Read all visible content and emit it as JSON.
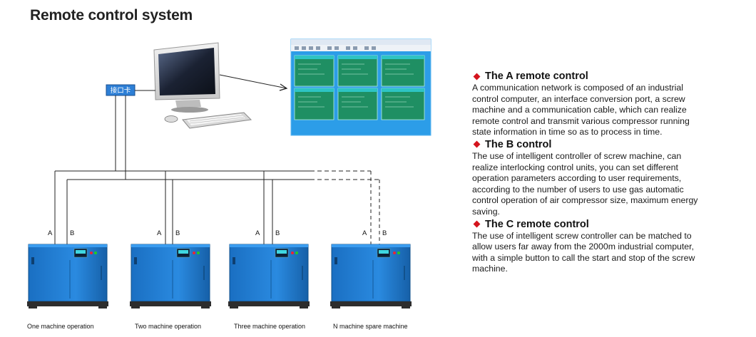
{
  "page": {
    "title": "Remote control system"
  },
  "diagram": {
    "interface_card_label": "接口卡",
    "bus_a_label": "A",
    "bus_b_label": "B",
    "machines": [
      {
        "caption": "One machine operation"
      },
      {
        "caption": "Two machine operation"
      },
      {
        "caption": "Three machine operation"
      },
      {
        "caption": "N machine spare machine"
      }
    ],
    "colors": {
      "compressor_body": "#1e7bd4",
      "compressor_dark": "#16609f",
      "monitor_screen_bg": "#2c9de8",
      "monitor_panel": "#1f8f63",
      "interface_card": "#2d7fd6",
      "line": "#222222"
    }
  },
  "info": {
    "sections": [
      {
        "heading": "The A remote control",
        "body": "A communication network is composed of an industrial control computer, an interface conversion port, a screw machine and a communication cable, which can realize remote control and transmit various compressor running state information in time so as to process in time."
      },
      {
        "heading": "The B control",
        "body": "The use of intelligent controller of screw machine, can realize interlocking control units, you can set different operation parameters according to user requirements, according to the number of users to use gas automatic control operation of air compressor size, maximum energy saving."
      },
      {
        "heading": "The C remote control",
        "body": "The use of intelligent screw controller can be matched to allow users far away from the 2000m industrial computer, with a simple button to call the start and stop of the screw machine."
      }
    ]
  }
}
